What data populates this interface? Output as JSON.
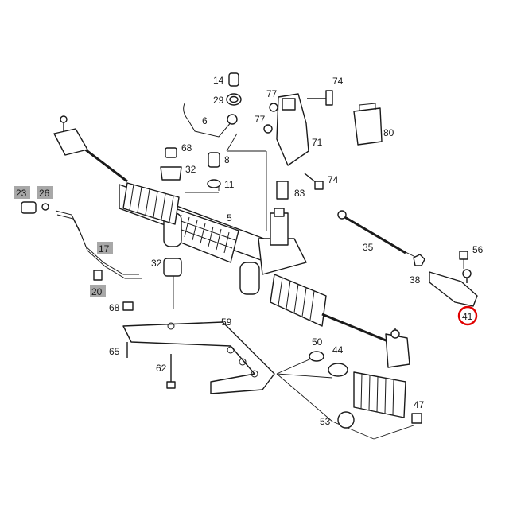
{
  "diagram": {
    "labels": {
      "p14": "14",
      "p29": "29",
      "p6": "6",
      "p77a": "77",
      "p77b": "77",
      "p74a": "74",
      "p71": "71",
      "p80": "80",
      "p68a": "68",
      "p32a": "32",
      "p8": "8",
      "p11": "11",
      "p74b": "74",
      "p83": "83",
      "p23": "23",
      "p26": "26",
      "p5": "5",
      "p35": "35",
      "p56": "56",
      "p17": "17",
      "p20": "20",
      "p32b": "32",
      "p38": "38",
      "p41": "41",
      "p68b": "68",
      "p59": "59",
      "p50": "50",
      "p44": "44",
      "p65": "65",
      "p62": "62",
      "p47": "47",
      "p53": "53"
    },
    "boxed_labels": [
      "23",
      "26",
      "17",
      "20"
    ],
    "highlighted_label": "41",
    "accent_color": "#e00000",
    "box_color": "#a8a8a8"
  }
}
